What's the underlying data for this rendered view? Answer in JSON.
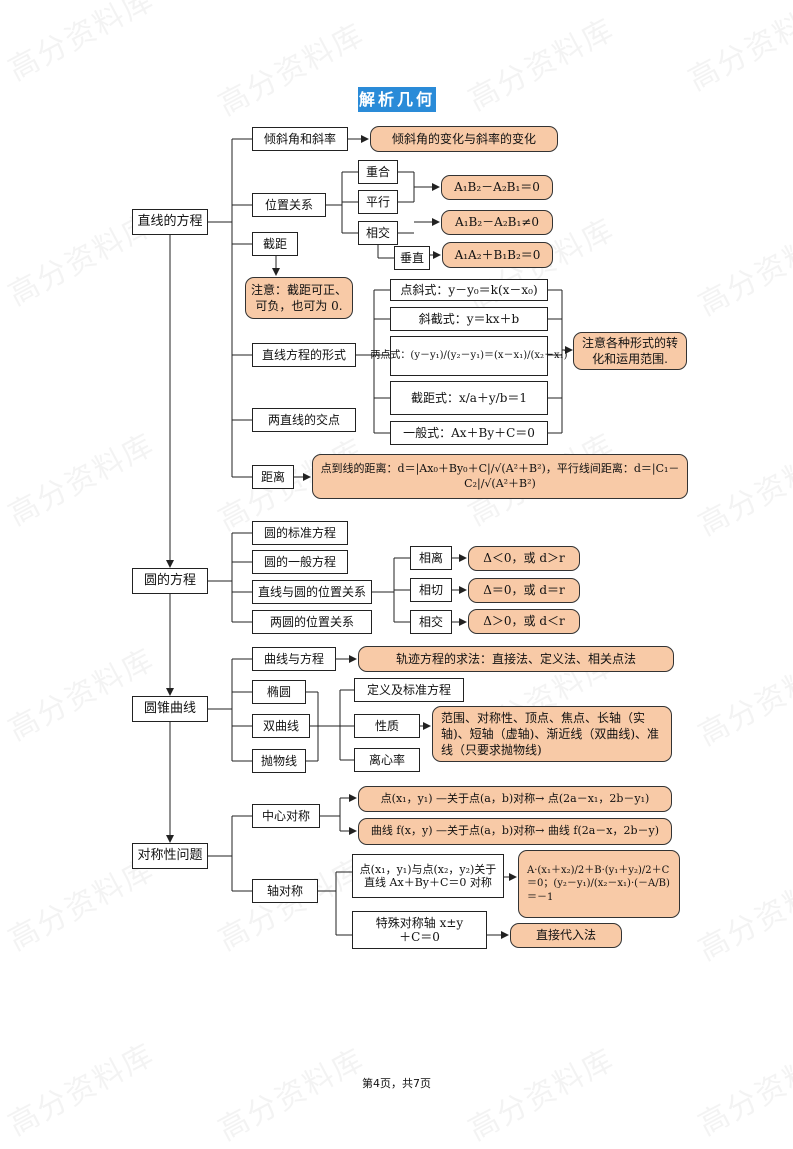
{
  "watermark": "高分资料库",
  "title": "解析几何",
  "footer": "第4页，共7页",
  "roots": {
    "line_eq": "直线的方程",
    "circle_eq": "圆的方程",
    "conic": "圆锥曲线",
    "symmetry": "对称性问题"
  },
  "line": {
    "incline": "倾斜角和斜率",
    "incline_note": "倾斜角的变化与斜率的变化",
    "position": "位置关系",
    "coincide": "重合",
    "parallel": "平行",
    "parallel_cond": "A₁B₂－A₂B₁＝0",
    "intersect": "相交",
    "intersect_cond": "A₁B₂－A₂B₁≠0",
    "perpendicular": "垂直",
    "perpendicular_cond": "A₁A₂＋B₁B₂＝0",
    "intercept": "截距",
    "intercept_note": "注意：截距可正、可负，也可为 0.",
    "forms": "直线方程的形式",
    "form_point_slope": "点斜式：y－y₀＝k(x－x₀)",
    "form_slope_intercept": "斜截式：y＝kx＋b",
    "form_two_point": "两点式：(y－y₁)/(y₂－y₁)＝(x－x₁)/(x₂－x₁)",
    "form_intercept": "截距式：x/a＋y/b＝1",
    "form_general": "一般式：Ax＋By＋C＝0",
    "forms_note": "注意各种形式的转化和运用范围.",
    "intersection_point": "两直线的交点",
    "distance": "距离",
    "distance_note": "点到线的距离：d＝|Ax₀＋By₀＋C|/√(A²＋B²)，平行线间距离：d＝|C₁－C₂|/√(A²＋B²)"
  },
  "circle": {
    "standard": "圆的标准方程",
    "general": "圆的一般方程",
    "line_circle": "直线与圆的位置关系",
    "two_circles": "两圆的位置关系",
    "separate": "相离",
    "separate_cond": "Δ＜0，或 d＞r",
    "tangent": "相切",
    "tangent_cond": "Δ＝0，或 d＝r",
    "cross": "相交",
    "cross_cond": "Δ＞0，或 d＜r"
  },
  "conics": {
    "curve_eq": "曲线与方程",
    "curve_eq_note": "轨迹方程的求法：直接法、定义法、相关点法",
    "ellipse": "椭圆",
    "hyperbola": "双曲线",
    "parabola": "抛物线",
    "definition": "定义及标准方程",
    "properties": "性质",
    "properties_note": "范围、对称性、顶点、焦点、长轴（实轴)、短轴（虚轴)、渐近线（双曲线)、准线（只要求抛物线)",
    "eccentricity": "离心率"
  },
  "sym": {
    "central": "中心对称",
    "central_point": "点(x₁，y₁) —关于点(a，b)对称→ 点(2a－x₁，2b－y₁)",
    "central_curve": "曲线 f(x，y) —关于点(a，b)对称→ 曲线 f(2a－x，2b－y)",
    "axial": "轴对称",
    "axial_points": "点(x₁，y₁)与点(x₂，y₂)关于直线 Ax＋By＋C＝0 对称",
    "axial_system": "A·(x₁＋x₂)/2＋B·(y₁＋y₂)/2＋C＝0；(y₂－y₁)/(x₂－x₁)·(－A/B)＝－1",
    "special_axis": "特殊对称轴 x±y＋C＝0",
    "special_note": "直接代入法"
  }
}
